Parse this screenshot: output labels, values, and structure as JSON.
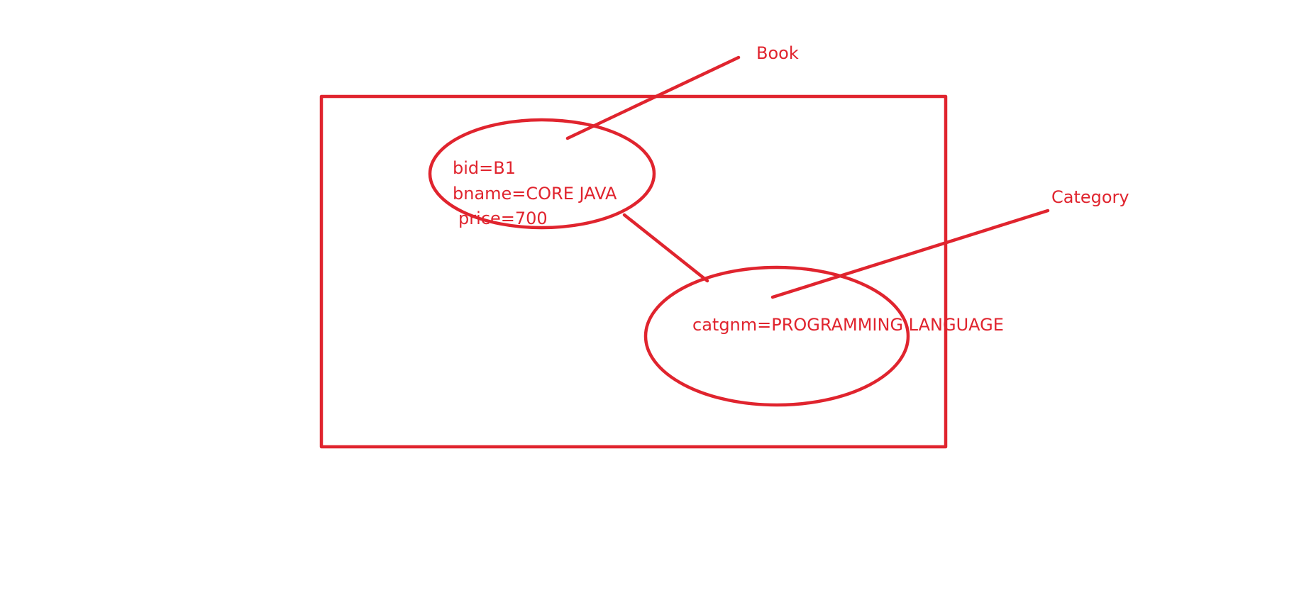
{
  "diagram": {
    "ink_color": "#e0242e",
    "labels": {
      "book": "Book",
      "category": "Category"
    },
    "book_object": {
      "lines": [
        "bid=B1",
        "bname=CORE JAVA",
        "price=700"
      ]
    },
    "category_object": {
      "lines": [
        "catgnm=PROGRAMMING LANGUAGE"
      ]
    }
  }
}
